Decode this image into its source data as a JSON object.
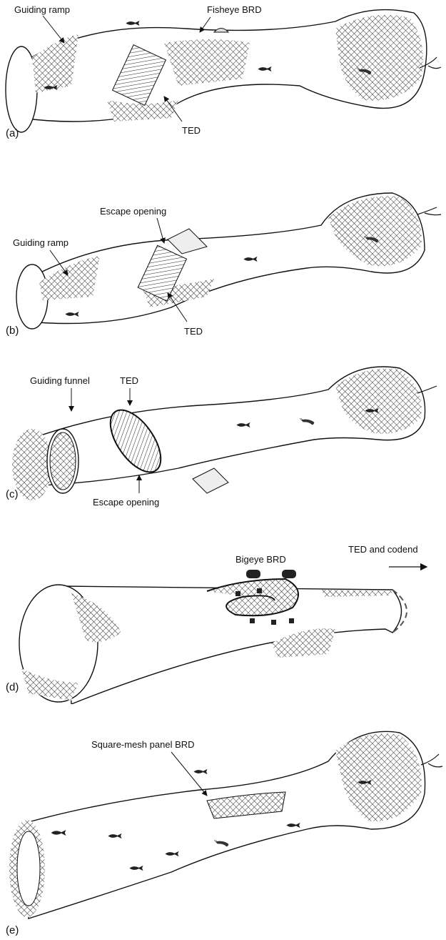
{
  "panels": [
    {
      "letter": "(a)",
      "labels": {
        "ramp": "Guiding ramp",
        "brd": "Fisheye BRD",
        "ted": "TED"
      }
    },
    {
      "letter": "(b)",
      "labels": {
        "escape": "Escape opening",
        "ramp": "Guiding ramp",
        "ted": "TED"
      }
    },
    {
      "letter": "(c)",
      "labels": {
        "funnel": "Guiding funnel",
        "ted": "TED",
        "escape": "Escape opening"
      }
    },
    {
      "letter": "(d)",
      "labels": {
        "brd": "Bigeye BRD",
        "codend": "TED and codend"
      }
    },
    {
      "letter": "(e)",
      "labels": {
        "brd": "Square-mesh panel BRD"
      }
    }
  ]
}
